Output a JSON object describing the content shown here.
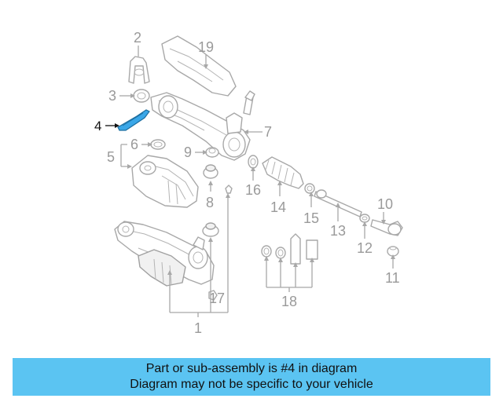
{
  "diagram": {
    "highlight_color": "#3aa7e8",
    "highlighted_part": "4",
    "callouts": [
      "1",
      "2",
      "3",
      "4",
      "5",
      "6",
      "7",
      "8",
      "9",
      "10",
      "11",
      "12",
      "13",
      "14",
      "15",
      "16",
      "17",
      "18",
      "19"
    ]
  },
  "caption": {
    "line1": "Part or sub-assembly is #4 in diagram",
    "line2": "Diagram may not be specific to your vehicle",
    "background": "#5bc4f2"
  }
}
